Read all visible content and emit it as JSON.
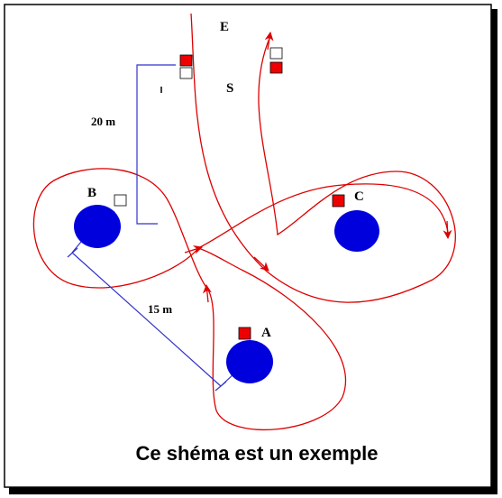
{
  "labels": {
    "entry": "E",
    "exit": "S",
    "distance_vertical": "20 m",
    "distance_diagonal": "15 m",
    "tree_a": "A",
    "tree_b": "B",
    "tree_c": "C",
    "caption": "Ce shéma est un exemple"
  },
  "colors": {
    "path": "#dd0000",
    "tree": "#0000dd",
    "marker_filled": "#ee0000",
    "measure_line": "#3333cc",
    "frame": "#000000"
  }
}
